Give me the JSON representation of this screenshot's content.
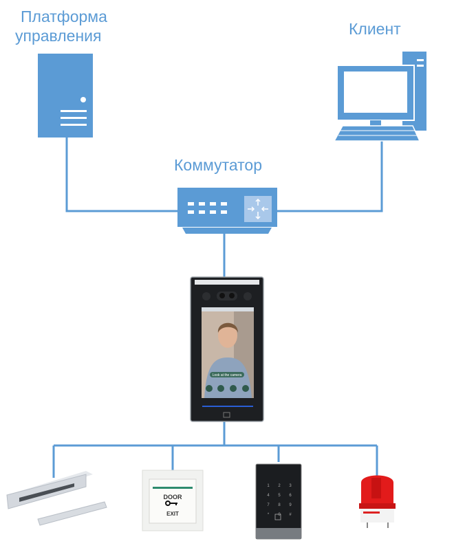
{
  "labels": {
    "platform_line1": "Платформа",
    "platform_line2": "управления",
    "client": "Клиент",
    "switch": "Коммутатор"
  },
  "device_screen": {
    "prompt": "Look at the camera"
  },
  "exit_button": {
    "line1": "DOOR",
    "line2": "EXIT"
  },
  "keypad": {
    "keys": [
      "1",
      "2",
      "3",
      "4",
      "5",
      "6",
      "7",
      "8",
      "9",
      "*",
      "0",
      "#"
    ]
  },
  "colors": {
    "accent": "#5b9bd5",
    "accent_light": "#a9c8ea"
  }
}
